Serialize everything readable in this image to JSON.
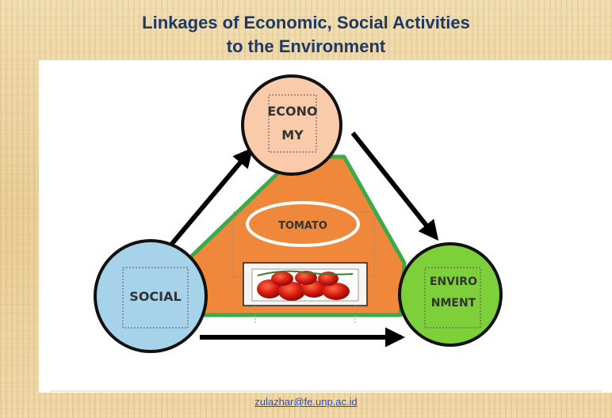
{
  "title": {
    "line1": "Linkages of Economic, Social Activities",
    "line2": "to the Environment"
  },
  "nodes": {
    "economy": {
      "line1": "ECONO",
      "line2": "MY"
    },
    "social": {
      "label": "SOCIAL"
    },
    "environment": {
      "line1": "ENVIRO",
      "line2": "NMENT"
    },
    "center": {
      "label": "TOMATO"
    }
  },
  "footer": {
    "email": "zulazhar@fe.unp.ac.id"
  },
  "colors": {
    "title": "#1f3864",
    "triangle_fill": "#f0883c",
    "triangle_border": "#3daa4a",
    "economy_fill": "#f9cbaa",
    "social_fill": "#a7d3ea",
    "environment_fill": "#7ed03a",
    "arrow": "#000000",
    "footer_link": "#1f4fd1"
  },
  "icons": {
    "center_image": "tomatoes-image"
  }
}
